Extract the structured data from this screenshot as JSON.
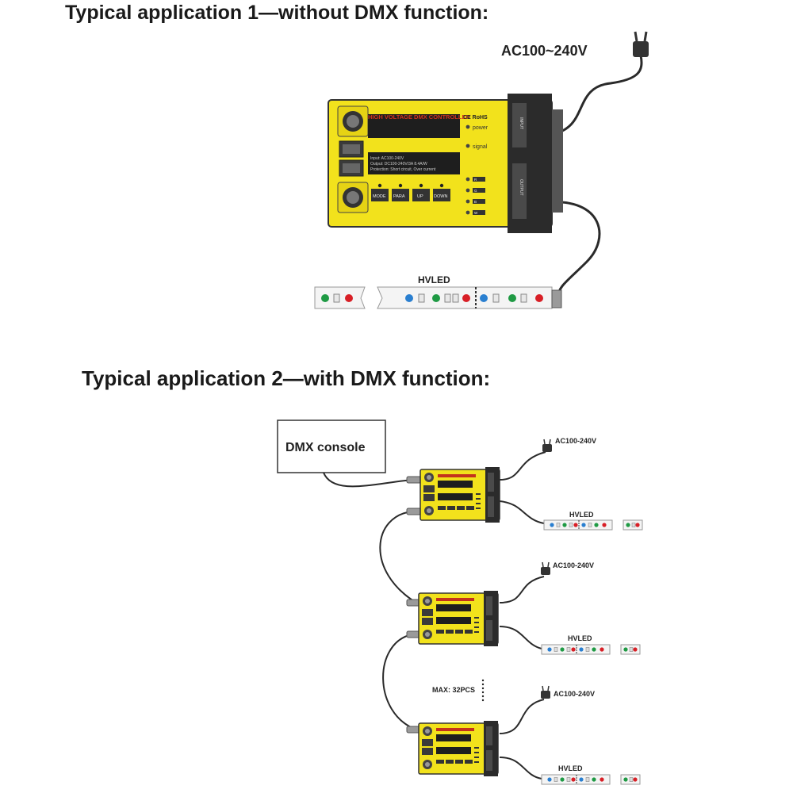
{
  "app1": {
    "title": "Typical application 1—without DMX function:",
    "ac_label": "AC100~240V",
    "strip_label": "HVLED",
    "controller": {
      "brand_title": "HIGH VOLTAGE DMX CONTROLLER",
      "cert": "CE RoHS",
      "power_label": "power",
      "signal_label": "signal",
      "spec_lines": [
        "Input: AC100-240V",
        "Output: DC100-240V/3A 8.4A/W",
        "Protection: Short circuit, Over current"
      ],
      "buttons": [
        "MODE",
        "PARA",
        "UP",
        "DOWN"
      ],
      "channel_leds": [
        "R",
        "G",
        "B",
        "W"
      ],
      "input_label": "INPUT",
      "output_label": "OUTPUT"
    }
  },
  "app2": {
    "title": "Typical application 2—with DMX function:",
    "console_label": "DMX console",
    "units": [
      {
        "ac_label": "AC100-240V",
        "strip_label": "HVLED"
      },
      {
        "ac_label": "AC100-240V",
        "strip_label": "HVLED"
      },
      {
        "ac_label": "AC100-240V",
        "strip_label": "HVLED"
      }
    ],
    "max_label": "MAX: 32PCS"
  },
  "colors": {
    "controller_body": "#f2e21c",
    "controller_dark": "#2b2b2b",
    "title_red": "#d2331c",
    "led_red": "#d81f26",
    "led_green": "#1f9a44",
    "led_blue": "#2a7fd0",
    "cable": "#2a2a2a"
  }
}
